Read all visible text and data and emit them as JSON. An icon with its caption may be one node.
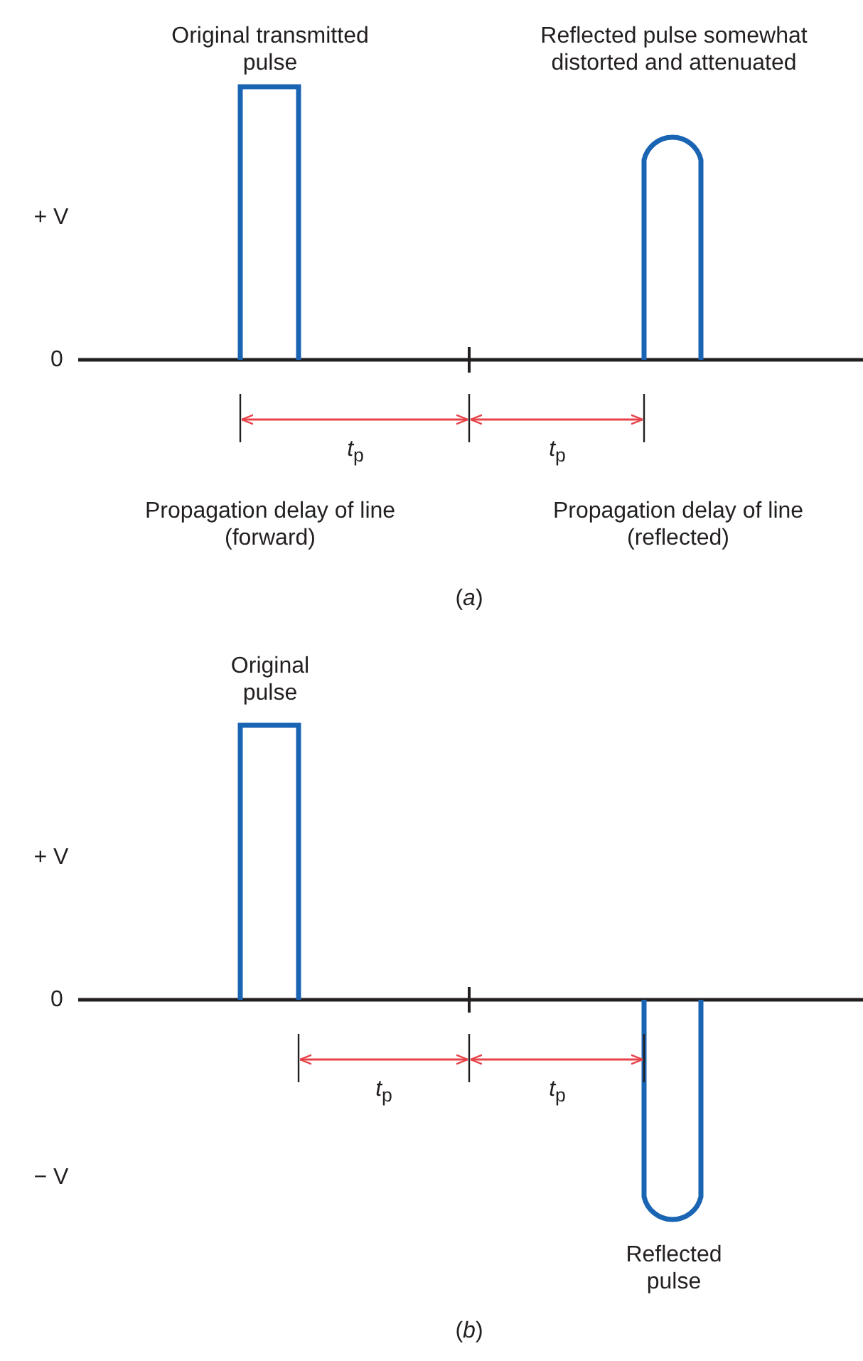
{
  "diagram": {
    "labels": [
      "Original transmitted pulse",
      "Reflected pulse somewhat distorted and attenuated",
      "+ V",
      "0",
      "*t*$_{p}$",
      "*t*$_{p}$",
      "Propagation delay of line (forward)",
      "Propagation delay of line (reflected)",
      "(*a*)",
      "Original pulse",
      "+ V",
      "0",
      "*t*$_{p}$",
      "*t*$_{p}$",
      "− V",
      "Reflected pulse",
      "(*b*)"
    ]
  }
}
